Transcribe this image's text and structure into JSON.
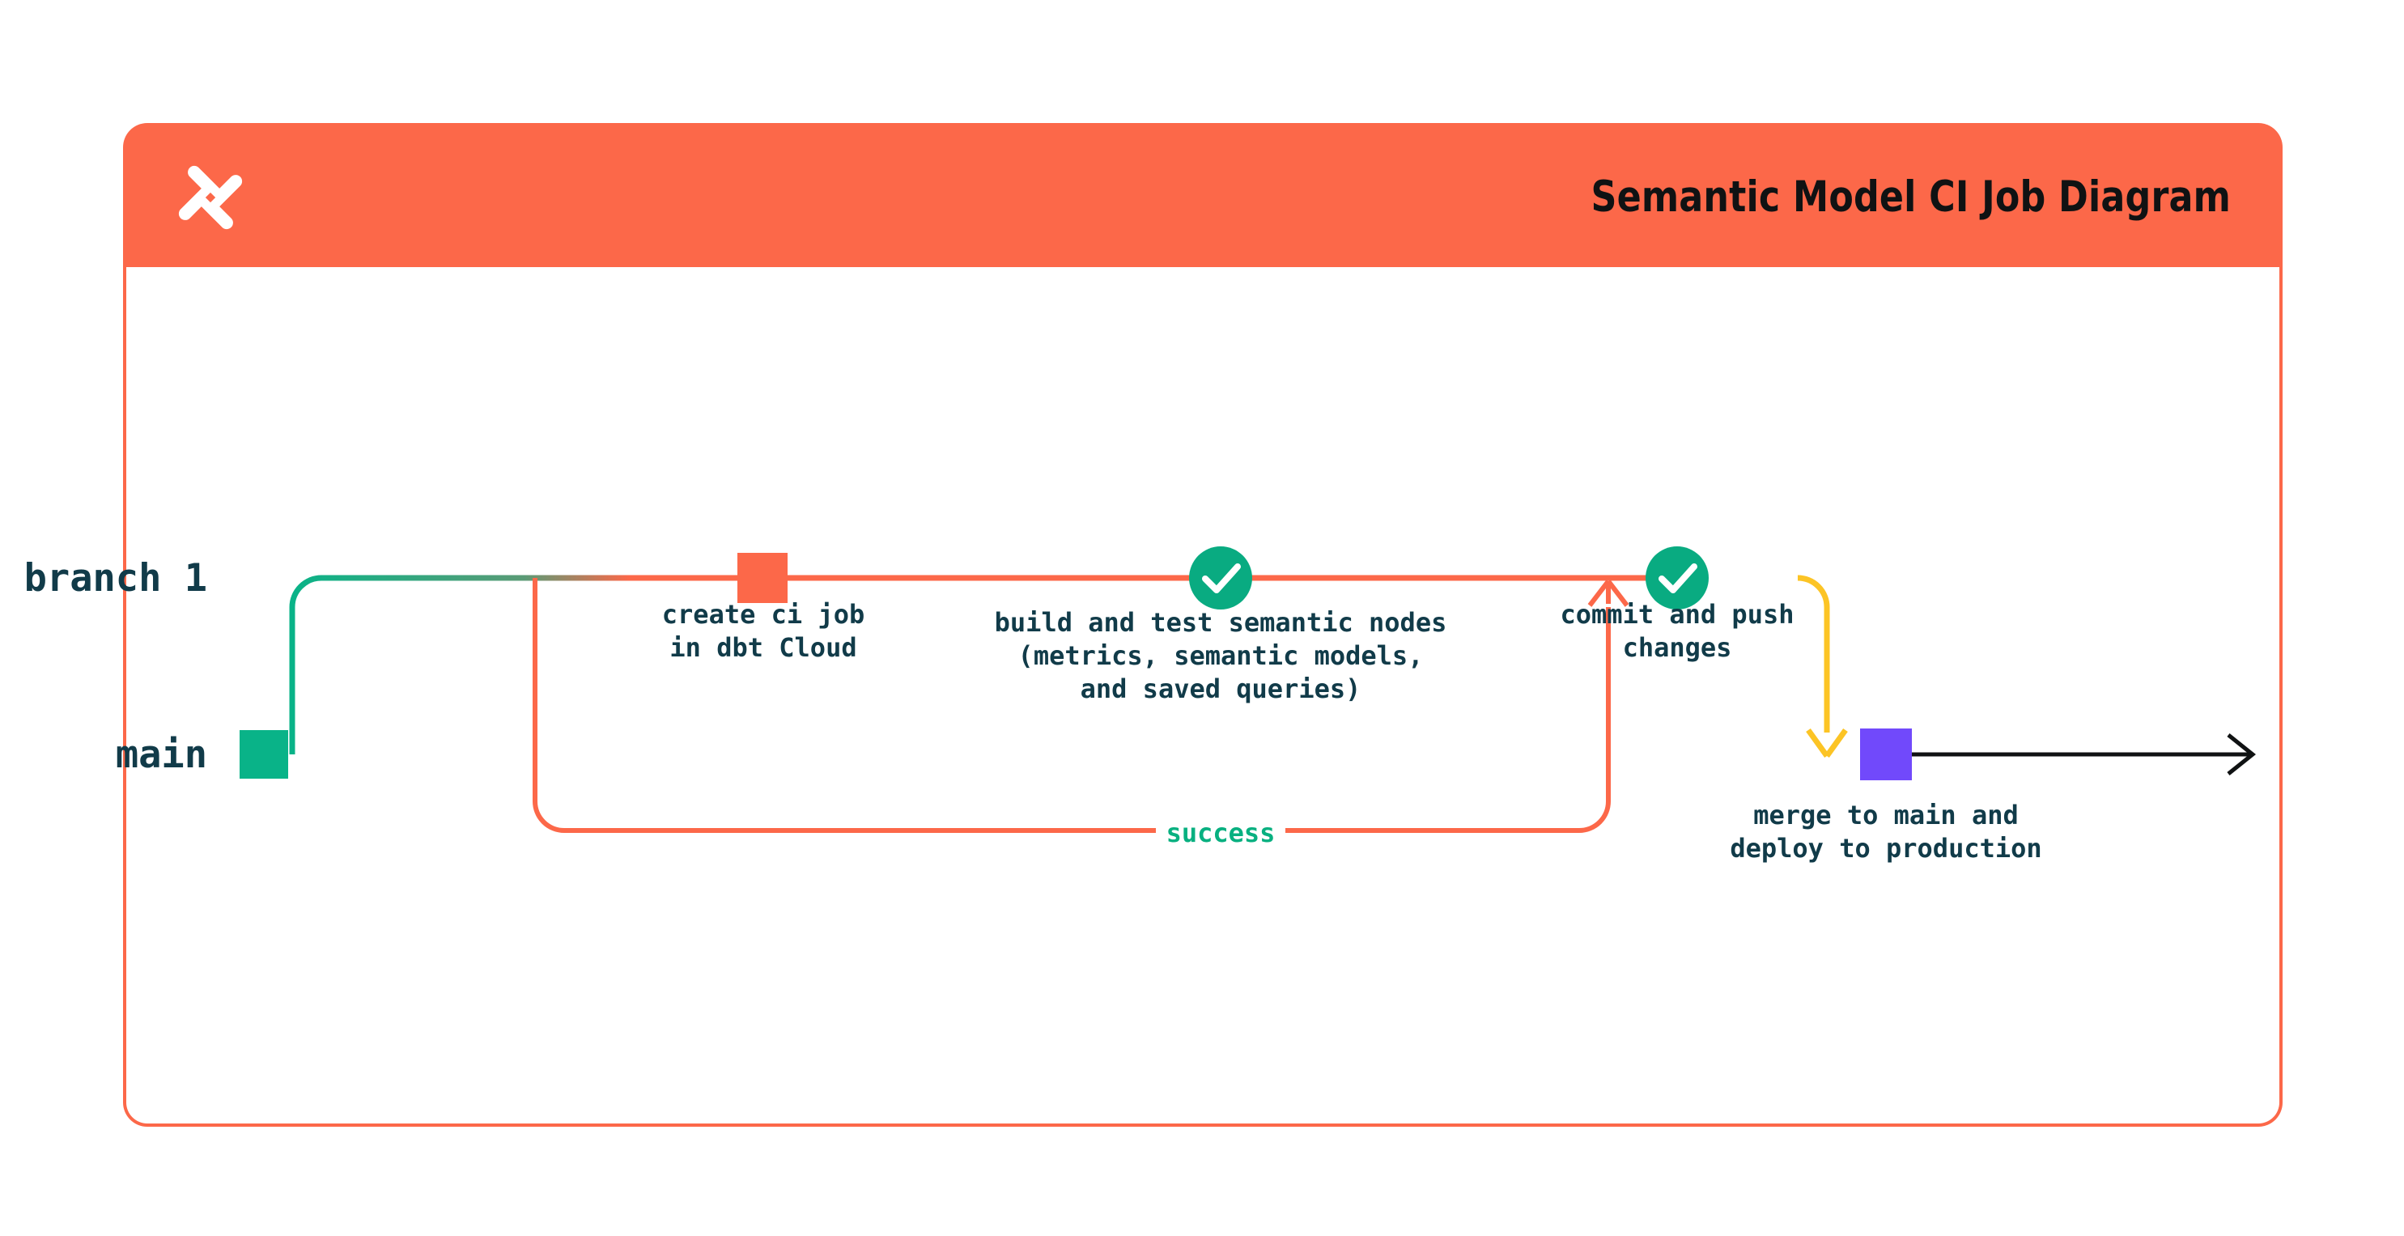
{
  "card": {
    "title": "Semantic Model CI Job Diagram",
    "logo_icon": "dbt-logo-icon",
    "header_color": "#fc6849",
    "border_color": "#fc6849"
  },
  "colors": {
    "coral": "#fc6849",
    "green": "#09ab81",
    "teal_line": "#09b388",
    "yellow": "#fcc425",
    "purple": "#7149fb",
    "black": "#101213",
    "text_dark": "#113b49",
    "success_green": "#08b080"
  },
  "branches": [
    {
      "name": "branch-1",
      "label": "branch 1"
    },
    {
      "name": "main",
      "label": "main"
    }
  ],
  "nodes": [
    {
      "id": "create-ci-job",
      "shape": "square",
      "color": "#fc6849",
      "branch": "branch 1",
      "label_lines": [
        "create ci job",
        "in dbt Cloud"
      ]
    },
    {
      "id": "build-and-test",
      "shape": "circle-check",
      "color": "#09ab81",
      "icon": "check-icon",
      "branch": "branch 1",
      "label_lines": [
        "build and test semantic nodes",
        "(metrics, semantic models,",
        "and saved queries)"
      ]
    },
    {
      "id": "commit-and-push",
      "shape": "circle-check",
      "color": "#09ab81",
      "icon": "check-icon",
      "branch": "branch 1",
      "label_lines": [
        "commit and push",
        "changes"
      ]
    },
    {
      "id": "merge-to-main",
      "shape": "square",
      "color": "#7149fb",
      "branch": "main",
      "label_lines": [
        "merge to main and",
        "deploy to production"
      ]
    },
    {
      "id": "main-start",
      "shape": "square",
      "color": "#09b388",
      "branch": "main",
      "label_lines": []
    }
  ],
  "edges": [
    {
      "id": "success-loop",
      "label": "success",
      "color": "#fc6849",
      "label_color": "#08b080",
      "arrow": "up"
    },
    {
      "id": "merge-edge",
      "label": "",
      "color": "#fcc425",
      "arrow": "down"
    },
    {
      "id": "main-continues",
      "label": "",
      "color": "#101213",
      "arrow": "right"
    }
  ]
}
